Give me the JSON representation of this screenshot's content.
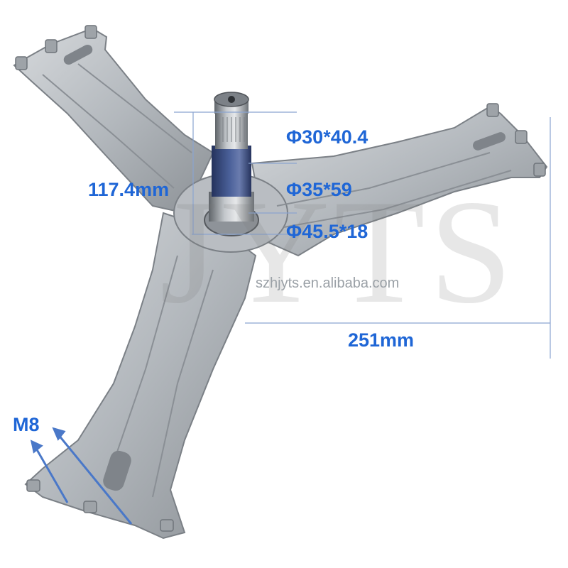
{
  "photo": {
    "subject": "washing machine drum spider (tripod) flange with shaft",
    "watermark_logo": "JYTS",
    "watermark_site": "szhjyts.en.alibaba.com",
    "colors": {
      "label_blue": "#1f66d6",
      "line_blue": "#8aa4d0",
      "metal_light": "#c9cdd1",
      "metal_mid": "#a6abb1",
      "metal_dark": "#6b7076",
      "shaft_blue": "#3a4f86",
      "watermark": "#9aa0a6"
    }
  },
  "dimensions": {
    "d1": "Φ30*40.4",
    "d2": "Φ35*59",
    "d3": "Φ45.5*18",
    "height": "117.4mm",
    "span": "251mm",
    "thread": "M8"
  }
}
